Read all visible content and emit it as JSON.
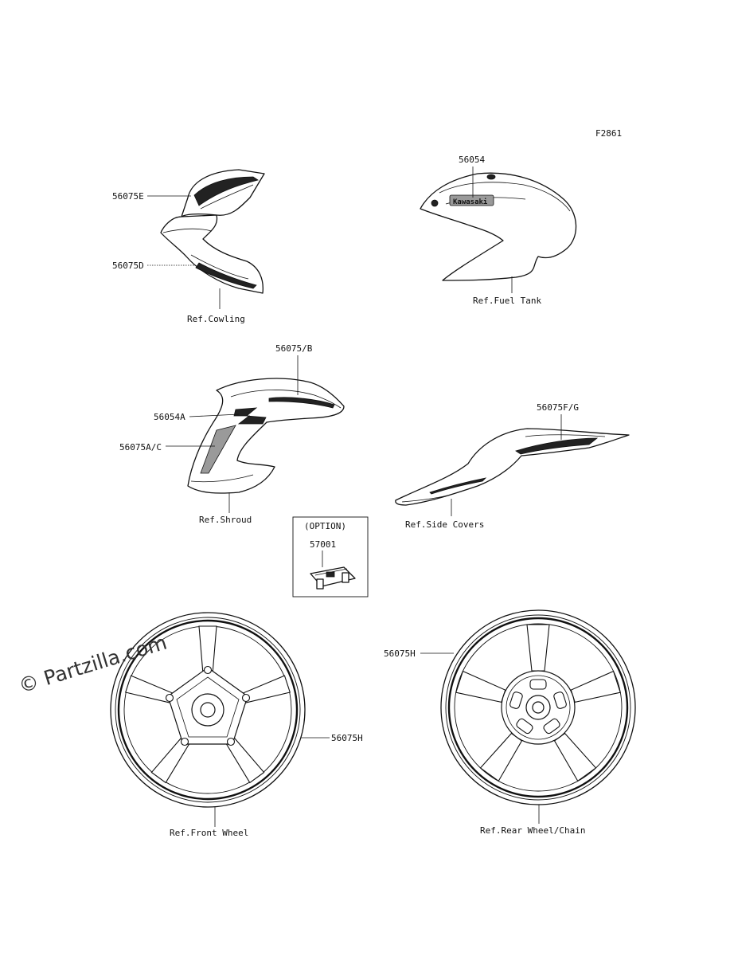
{
  "figure_id": "F2861",
  "watermark": "© Partzilla.com",
  "callouts": {
    "p56075E": "56075E",
    "p56075D": "56075D",
    "cowling": "Ref.Cowling",
    "p56054": "56054",
    "fuel_tank": "Ref.Fuel Tank",
    "tank_logo": "Kawasaki",
    "p56075B": "56075/B",
    "p56054A": "56054A",
    "p56075AC": "56075A/C",
    "shroud": "Ref.Shroud",
    "p56075FG": "56075F/G",
    "side_covers": "Ref.Side Covers",
    "option": "(OPTION)",
    "p57001": "57001",
    "p56075H_front": "56075H",
    "front_wheel": "Ref.Front Wheel",
    "p56075H_rear": "56075H",
    "rear_wheel": "Ref.Rear Wheel/Chain"
  }
}
